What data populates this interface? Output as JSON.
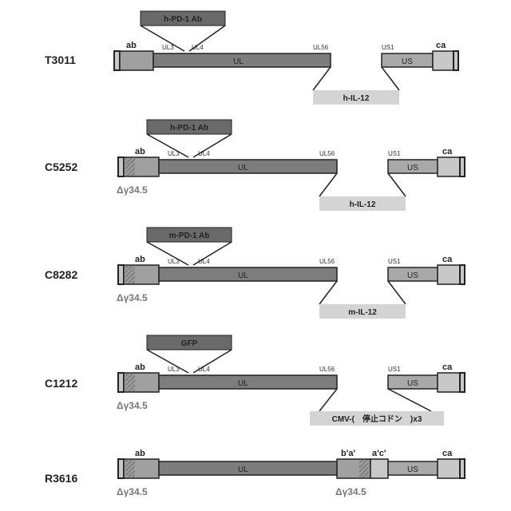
{
  "constructs": [
    {
      "name": "T3011",
      "ab": "ab",
      "ul": "UL",
      "us": "US",
      "ca": "ca",
      "gene_left_a": "UL3",
      "gene_left_b": "UL4",
      "gene_mid": "UL56",
      "gene_right": "US1",
      "top_insert": "h-PD-1 Ab",
      "bottom_insert": "h-IL-12",
      "deletions": []
    },
    {
      "name": "C5252",
      "ab": "ab",
      "ul": "UL",
      "us": "US",
      "ca": "ca",
      "gene_left_a": "UL3",
      "gene_left_b": "UL4",
      "gene_mid": "UL56",
      "gene_right": "US1",
      "top_insert": "h-PD-1 Ab",
      "bottom_insert": "h-IL-12",
      "deletions": [
        "Δγ34.5"
      ]
    },
    {
      "name": "C8282",
      "ab": "ab",
      "ul": "UL",
      "us": "US",
      "ca": "ca",
      "gene_left_a": "UL3",
      "gene_left_b": "UL4",
      "gene_mid": "UL56",
      "gene_right": "US1",
      "top_insert": "m-PD-1 Ab",
      "bottom_insert": "m-IL-12",
      "deletions": [
        "Δγ34.5"
      ]
    },
    {
      "name": "C1212",
      "ab": "ab",
      "ul": "UL",
      "us": "US",
      "ca": "ca",
      "gene_left_a": "UL3",
      "gene_left_b": "UL4",
      "gene_mid": "UL56",
      "gene_right": "US1",
      "top_insert": "GFP",
      "bottom_insert": "CMV-(　停止コドン　)x3",
      "deletions": [
        "Δγ34.5"
      ]
    },
    {
      "name": "R3616",
      "ab": "ab",
      "ul": "UL",
      "us": "US",
      "ca": "ca",
      "inner_left": "b'a'",
      "inner_right": "a'c'",
      "deletions": [
        "Δγ34.5",
        "Δγ34.5"
      ]
    }
  ],
  "colors": {
    "ul_fill": "#7d7d7d",
    "us_fill": "#a9a9a9",
    "end_fill": "#c8c8c8",
    "top_insert_fill": "#6a6a6a",
    "bottom_insert_fill": "#d4d4d4",
    "deletion_text": "#777777"
  }
}
